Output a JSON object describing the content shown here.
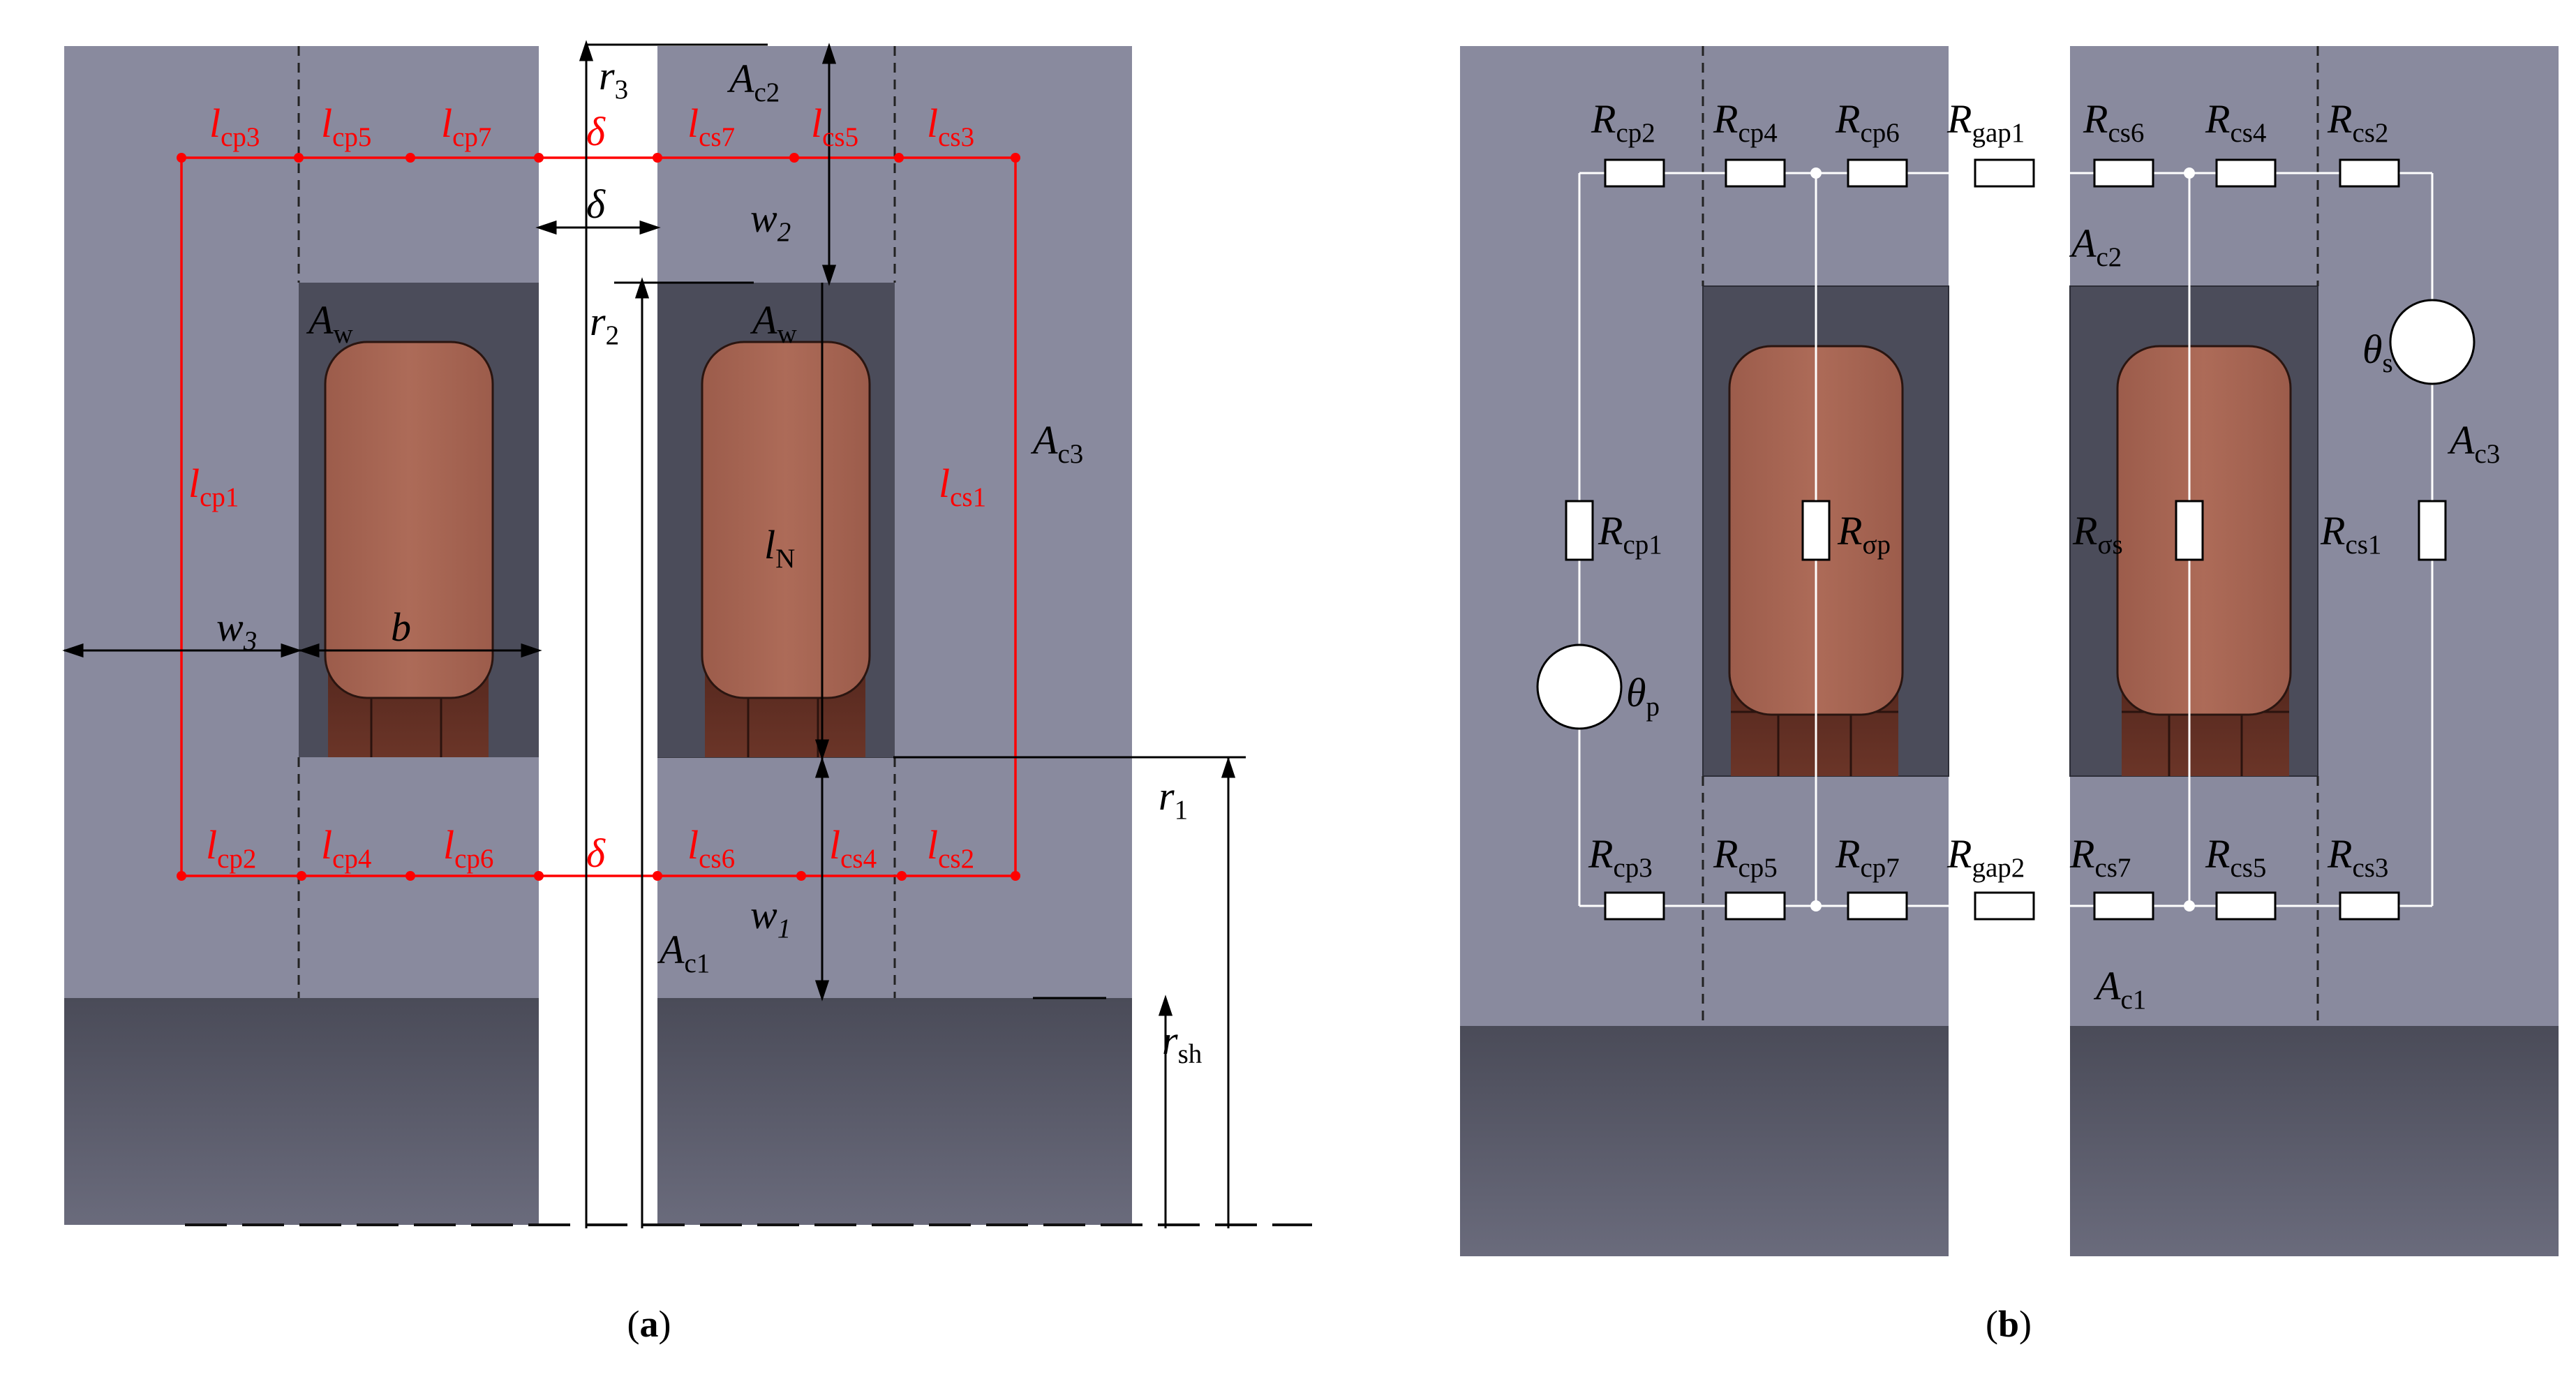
{
  "panel_a": {
    "caption_open": "(",
    "caption_letter": "a",
    "caption_close": ")",
    "red_labels": [
      {
        "id": "lcp3",
        "base": "l",
        "sub": "cp3"
      },
      {
        "id": "lcp5",
        "base": "l",
        "sub": "cp5"
      },
      {
        "id": "lcp7",
        "base": "l",
        "sub": "cp7"
      },
      {
        "id": "delta_top",
        "base": "δ",
        "sub": ""
      },
      {
        "id": "lcs7",
        "base": "l",
        "sub": "cs7"
      },
      {
        "id": "lcs5",
        "base": "l",
        "sub": "cs5"
      },
      {
        "id": "lcs3",
        "base": "l",
        "sub": "cs3"
      },
      {
        "id": "lcp1",
        "base": "l",
        "sub": "cp1"
      },
      {
        "id": "lcs1",
        "base": "l",
        "sub": "cs1"
      },
      {
        "id": "lcp2",
        "base": "l",
        "sub": "cp2"
      },
      {
        "id": "lcp4",
        "base": "l",
        "sub": "cp4"
      },
      {
        "id": "lcp6",
        "base": "l",
        "sub": "cp6"
      },
      {
        "id": "delta_bot",
        "base": "δ",
        "sub": ""
      },
      {
        "id": "lcs6",
        "base": "l",
        "sub": "cs6"
      },
      {
        "id": "lcs4",
        "base": "l",
        "sub": "cs4"
      },
      {
        "id": "lcs2",
        "base": "l",
        "sub": "cs2"
      }
    ],
    "black_labels": [
      {
        "id": "r3",
        "base": "r",
        "sub": "3",
        "italic_sub": false
      },
      {
        "id": "Ac2",
        "base": "A",
        "sub": "c2",
        "italic_sub": false
      },
      {
        "id": "delta_dim",
        "base": "δ",
        "sub": "",
        "italic_sub": false
      },
      {
        "id": "w2",
        "base": "w",
        "sub": "2",
        "italic_sub": true
      },
      {
        "id": "r2",
        "base": "r",
        "sub": "2",
        "italic_sub": false
      },
      {
        "id": "Aw_left",
        "base": "A",
        "sub": "w",
        "italic_sub": false
      },
      {
        "id": "Aw_right",
        "base": "A",
        "sub": "w",
        "italic_sub": false
      },
      {
        "id": "Ac3",
        "base": "A",
        "sub": "c3",
        "italic_sub": false
      },
      {
        "id": "lN",
        "base": "l",
        "sub": "N",
        "italic_sub": false
      },
      {
        "id": "w3",
        "base": "w",
        "sub": "3",
        "italic_sub": true
      },
      {
        "id": "b",
        "base": "b",
        "sub": "",
        "italic_sub": false
      },
      {
        "id": "r1",
        "base": "r",
        "sub": "1",
        "italic_sub": false
      },
      {
        "id": "w1",
        "base": "w",
        "sub": "1",
        "italic_sub": true
      },
      {
        "id": "Ac1",
        "base": "A",
        "sub": "c1",
        "italic_sub": false
      },
      {
        "id": "rsh",
        "base": "r",
        "sub": "sh",
        "italic_sub": false
      }
    ]
  },
  "panel_b": {
    "caption_open": "(",
    "caption_letter": "b",
    "caption_close": ")",
    "labels": [
      {
        "id": "Rcp2",
        "base": "R",
        "sub": "cp2"
      },
      {
        "id": "Rcp4",
        "base": "R",
        "sub": "cp4"
      },
      {
        "id": "Rcp6",
        "base": "R",
        "sub": "cp6"
      },
      {
        "id": "Rgap1",
        "base": "R",
        "sub": "gap1"
      },
      {
        "id": "Rcs6",
        "base": "R",
        "sub": "cs6"
      },
      {
        "id": "Rcs4",
        "base": "R",
        "sub": "cs4"
      },
      {
        "id": "Rcs2",
        "base": "R",
        "sub": "cs2"
      },
      {
        "id": "Ac2",
        "base": "A",
        "sub": "c2"
      },
      {
        "id": "theta_s",
        "base": "θ",
        "sub": "s"
      },
      {
        "id": "Ac3",
        "base": "A",
        "sub": "c3"
      },
      {
        "id": "Rcp1",
        "base": "R",
        "sub": "cp1"
      },
      {
        "id": "Rsigp",
        "base": "R",
        "sub": "σp"
      },
      {
        "id": "Rsigs",
        "base": "R",
        "sub": "σs"
      },
      {
        "id": "Rcs1",
        "base": "R",
        "sub": "cs1"
      },
      {
        "id": "theta_p",
        "base": "θ",
        "sub": "p"
      },
      {
        "id": "Rcp3",
        "base": "R",
        "sub": "cp3"
      },
      {
        "id": "Rcp5",
        "base": "R",
        "sub": "cp5"
      },
      {
        "id": "Rcp7",
        "base": "R",
        "sub": "cp7"
      },
      {
        "id": "Rgap2",
        "base": "R",
        "sub": "gap2"
      },
      {
        "id": "Rcs7",
        "base": "R",
        "sub": "cs7"
      },
      {
        "id": "Rcs5",
        "base": "R",
        "sub": "cs5"
      },
      {
        "id": "Rcs3",
        "base": "R",
        "sub": "cs3"
      },
      {
        "id": "Ac1",
        "base": "A",
        "sub": "c1"
      }
    ]
  },
  "colors": {
    "core": "#898a9e",
    "window": "#4b4c5a",
    "shaft_top": "#4a4b58",
    "shaft_bottom": "#676879",
    "coil": "#a76654",
    "coil_dark": "#5a2c22",
    "annotation_red": "#ff0000",
    "circuit_white": "#ffffff"
  }
}
